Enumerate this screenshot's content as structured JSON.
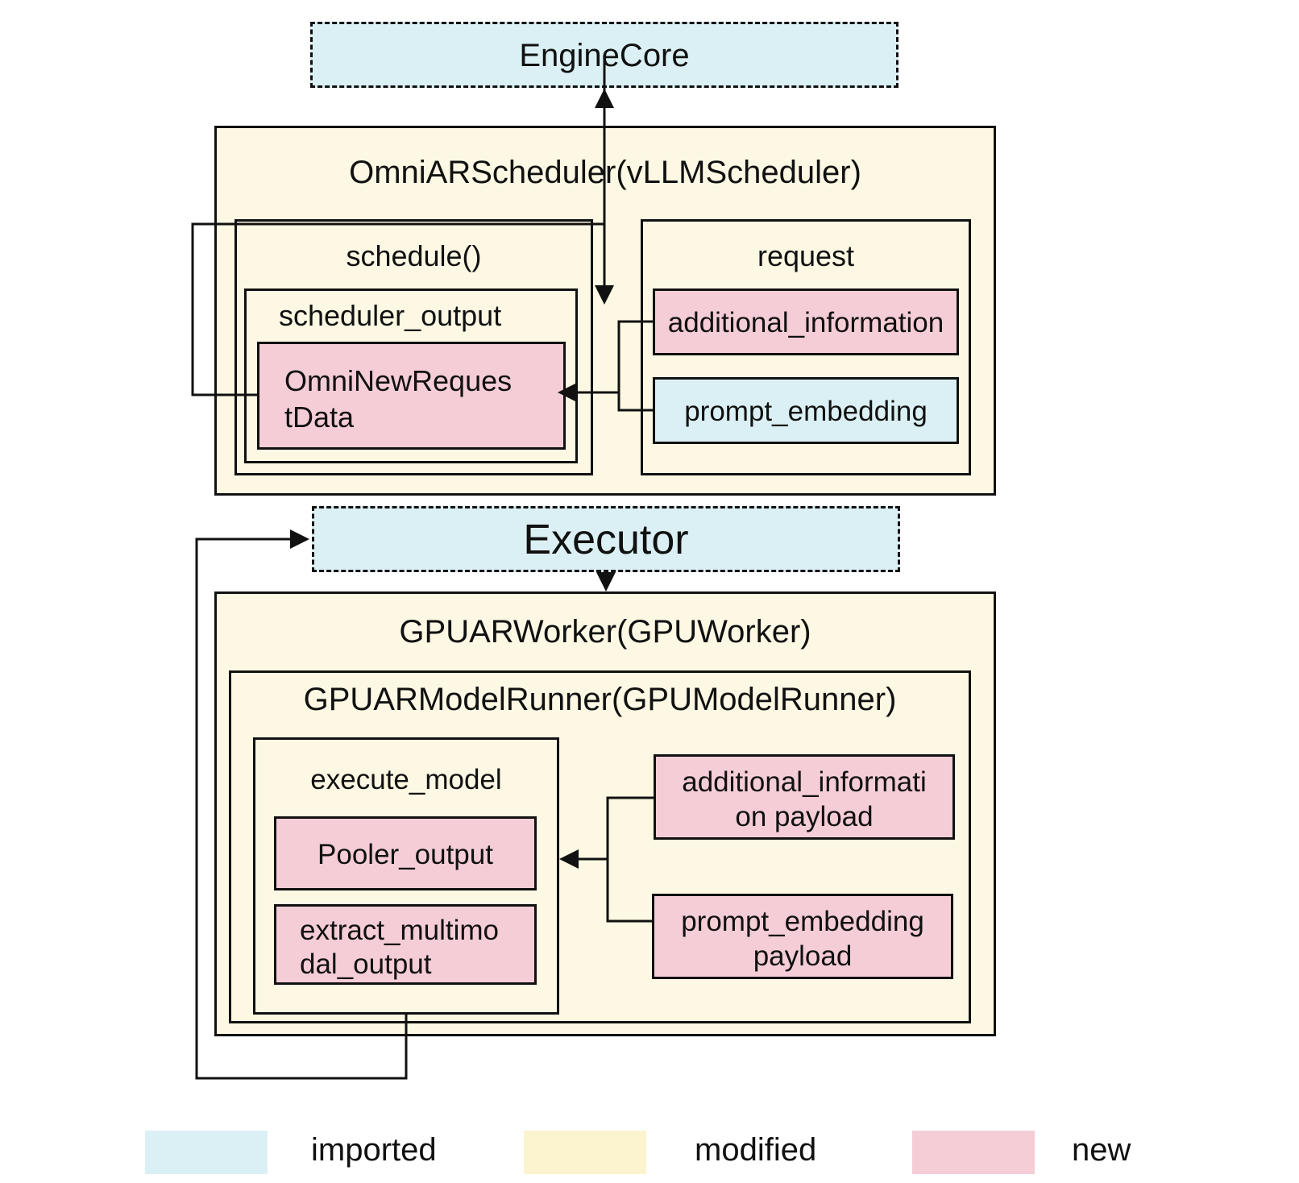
{
  "engine_core": {
    "label": "EngineCore"
  },
  "scheduler": {
    "title": "OmniARScheduler(vLLMScheduler)",
    "schedule_label": "schedule()",
    "scheduler_output_label": "scheduler_output",
    "new_request_data_line1": "OmniNewReques",
    "new_request_data_line2": "tData",
    "request_label": "request",
    "additional_information_label": "additional_information",
    "prompt_embedding_label": "prompt_embedding"
  },
  "executor": {
    "label": "Executor"
  },
  "worker": {
    "title": "GPUARWorker(GPUWorker)",
    "runner_title": "GPUARModelRunner(GPUModelRunner)",
    "execute_model_label": "execute_model",
    "pooler_output_label": "Pooler_output",
    "extract_line1": "extract_multimo",
    "extract_line2": "dal_output",
    "additional_payload_line1": "additional_informati",
    "additional_payload_line2": "on payload",
    "prompt_payload_line1": "prompt_embedding",
    "prompt_payload_line2": "payload"
  },
  "legend": {
    "imported": {
      "label": "imported",
      "color": "#dbf0f4"
    },
    "modified": {
      "label": "modified",
      "color": "#fcf8e3"
    },
    "new": {
      "label": "new",
      "color": "#f5cdd6"
    }
  }
}
